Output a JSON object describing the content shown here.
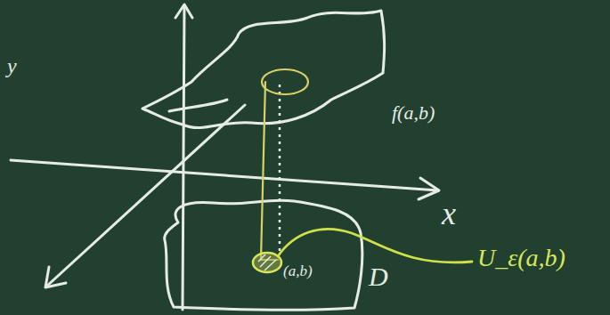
{
  "diagram": {
    "labels": [
      "y",
      "f(a,b)",
      "x",
      "(a,b)",
      "D",
      "U_ε(a,b)"
    ]
  }
}
